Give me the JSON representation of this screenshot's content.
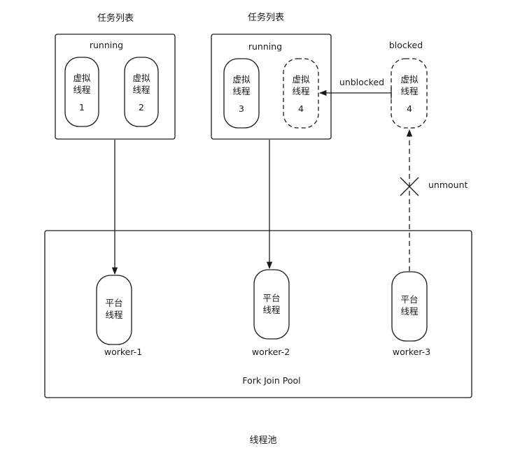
{
  "diagram": {
    "queue_1": {
      "title": "任务列表",
      "state": "running",
      "threads": [
        {
          "line1": "虚拟",
          "line2": "线程",
          "num": "1"
        },
        {
          "line1": "虚拟",
          "line2": "线程",
          "num": "2"
        }
      ]
    },
    "queue_2": {
      "title": "任务列表",
      "state": "running",
      "threads": [
        {
          "line1": "虚拟",
          "line2": "线程",
          "num": "3"
        },
        {
          "line1": "虚拟",
          "line2": "线程",
          "num": "4"
        }
      ]
    },
    "blocked": {
      "label": "blocked",
      "thread": {
        "line1": "虚拟",
        "line2": "线程",
        "num": "4"
      }
    },
    "edges": {
      "unblocked": "unblocked",
      "unmount": "unmount"
    },
    "pool": {
      "label": "Fork Join Pool",
      "workers": [
        {
          "line1": "平台",
          "line2": "线程",
          "name": "worker-1"
        },
        {
          "line1": "平台",
          "line2": "线程",
          "name": "worker-2"
        },
        {
          "line1": "平台",
          "line2": "线程",
          "name": "worker-3"
        }
      ]
    },
    "caption": "线程池"
  }
}
